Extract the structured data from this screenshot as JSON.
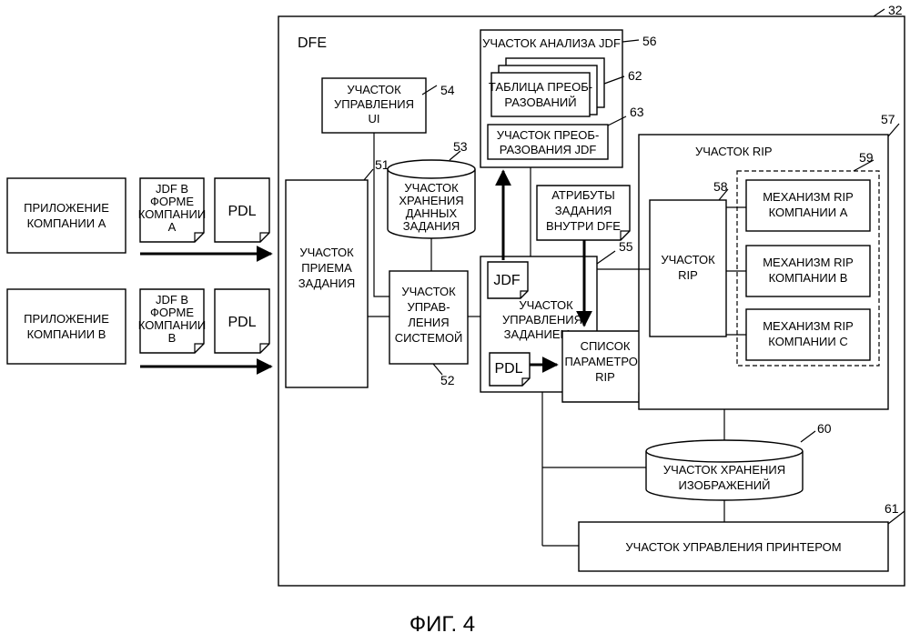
{
  "figure_caption": "ФИГ. 4",
  "ref_numbers": {
    "dfe_outer": "32",
    "job_receiving": "51",
    "system_control": "52",
    "job_data_storage": "53",
    "ui_control": "54",
    "job_control": "55",
    "jdf_analysis": "56",
    "rip_section": "57",
    "rip": "58",
    "rip_mechanisms": "59",
    "image_storage": "60",
    "printer_control": "61",
    "conversion_table": "62",
    "jdf_conversion": "63"
  },
  "dfe_label": "DFE",
  "app_a": [
    "ПРИЛОЖЕНИЕ",
    "КОМПАНИИ А"
  ],
  "app_b": [
    "ПРИЛОЖЕНИЕ",
    "КОМПАНИИ В"
  ],
  "jdf_a_doc": [
    "JDF В",
    "ФОРМЕ",
    "КОМПАНИИ",
    "А"
  ],
  "jdf_b_doc": [
    "JDF В",
    "ФОРМЕ",
    "КОМПАНИИ",
    "В"
  ],
  "pdl_label": "PDL",
  "job_receiving": [
    "УЧАСТОК",
    "ПРИЕМА",
    "ЗАДАНИЯ"
  ],
  "ui_control": [
    "УЧАСТОК",
    "УПРАВЛЕНИЯ",
    "UI"
  ],
  "job_data_storage": [
    "УЧАСТОК",
    "ХРАНЕНИЯ",
    "ДАННЫХ",
    "ЗАДАНИЯ"
  ],
  "system_control": [
    "УЧАСТОК",
    "УПРАВ-",
    "ЛЕНИЯ",
    "СИСТЕМОЙ"
  ],
  "jdf_analysis_title": "УЧАСТОК АНАЛИЗА JDF",
  "conversion_table": [
    "ТАБЛИЦА ПРЕОБ-",
    "РАЗОВАНИЙ"
  ],
  "jdf_conversion": [
    "УЧАСТОК ПРЕОБ-",
    "РАЗОВАНИЯ JDF"
  ],
  "dfe_attributes": [
    "АТРИБУТЫ",
    "ЗАДАНИЯ",
    "ВНУТРИ DFE"
  ],
  "job_control": [
    "УЧАСТОК",
    "УПРАВЛЕНИЯ",
    "ЗАДАНИЕМ"
  ],
  "jdf_label": "JDF",
  "rip_params": [
    "СПИСОК",
    "ПАРАМЕТРОВ",
    "RIP"
  ],
  "rip_section_title": "УЧАСТОК RIP",
  "rip": [
    "УЧАСТОК",
    "RIP"
  ],
  "rip_engine_a": [
    "МЕХАНИЗМ RIP",
    "КОМПАНИИ А"
  ],
  "rip_engine_b": [
    "МЕХАНИЗМ RIP",
    "КОМПАНИИ В"
  ],
  "rip_engine_c": [
    "МЕХАНИЗМ RIP",
    "КОМПАНИИ С"
  ],
  "image_storage": [
    "УЧАСТОК ХРАНЕНИЯ",
    "ИЗОБРАЖЕНИЙ"
  ],
  "printer_control": "УЧАСТОК УПРАВЛЕНИЯ ПРИНТЕРОМ"
}
